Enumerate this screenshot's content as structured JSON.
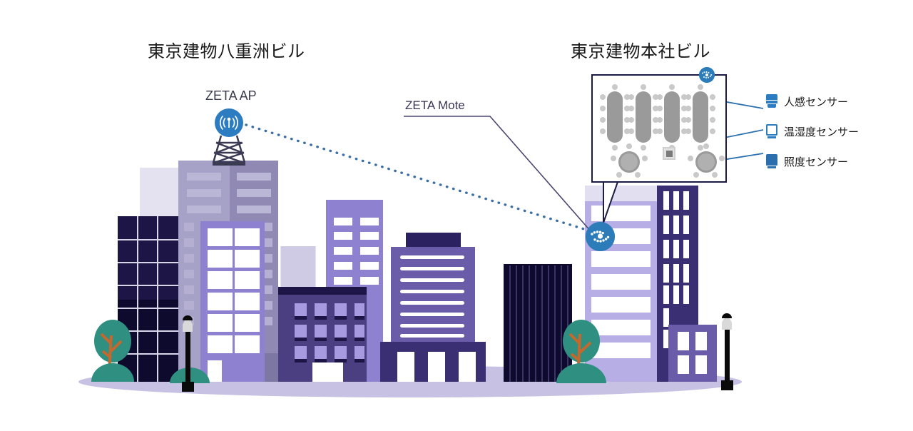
{
  "diagram": {
    "titles": {
      "left": "東京建物八重洲ビル",
      "right": "東京建物本社ビル"
    },
    "labels": {
      "ap": "ZETA AP",
      "mote": "ZETA Mote"
    },
    "legend": [
      {
        "icon": "presence-sensor-icon",
        "label": "人感センサー",
        "color": "#2b7cc0"
      },
      {
        "icon": "temperature-humidity-sensor-icon",
        "label": "温湿度センサー",
        "color": "#2b7cc0"
      },
      {
        "icon": "illuminance-sensor-icon",
        "label": "照度センサー",
        "color": "#2b6fae"
      }
    ],
    "colors": {
      "accent_blue": "#2b7cc0",
      "mote_blue": "#2b7cb8",
      "callout_border": "#1b1b45",
      "link_line": "#3a6ea5",
      "leader_line": "#2b6fae",
      "mote_leader": "#4a4570",
      "ground": "#c7c2e4",
      "navy": "#1d1546",
      "deep_navy": "#0d0a2e",
      "purple_mid": "#4b3f82",
      "purple_light": "#8d81d0",
      "purple_pale": "#b7aee6",
      "gray_violet": "#9a96bf",
      "pale_lav": "#e2e0f0",
      "tree_green": "#2f8f80",
      "trunk": "#c4682e",
      "white": "#ffffff"
    },
    "floorplan": {
      "long_tables": 4,
      "round_tables": 2,
      "chairs_per_long_table_side": 4,
      "square_sensor_count": 1,
      "mote_count": 1
    },
    "connections": [
      {
        "from": "zeta-ap",
        "to": "zeta-mote",
        "style": "dotted"
      },
      {
        "from": "floorplan-chair",
        "to": "presence-sensor-icon",
        "style": "solid"
      },
      {
        "from": "floorplan-square-sensor",
        "to": "temperature-humidity-sensor-icon",
        "style": "solid"
      },
      {
        "from": "floorplan-round-table",
        "to": "illuminance-sensor-icon",
        "style": "solid"
      },
      {
        "from": "zeta-mote-label",
        "to": "zeta-mote",
        "style": "solid"
      }
    ]
  }
}
